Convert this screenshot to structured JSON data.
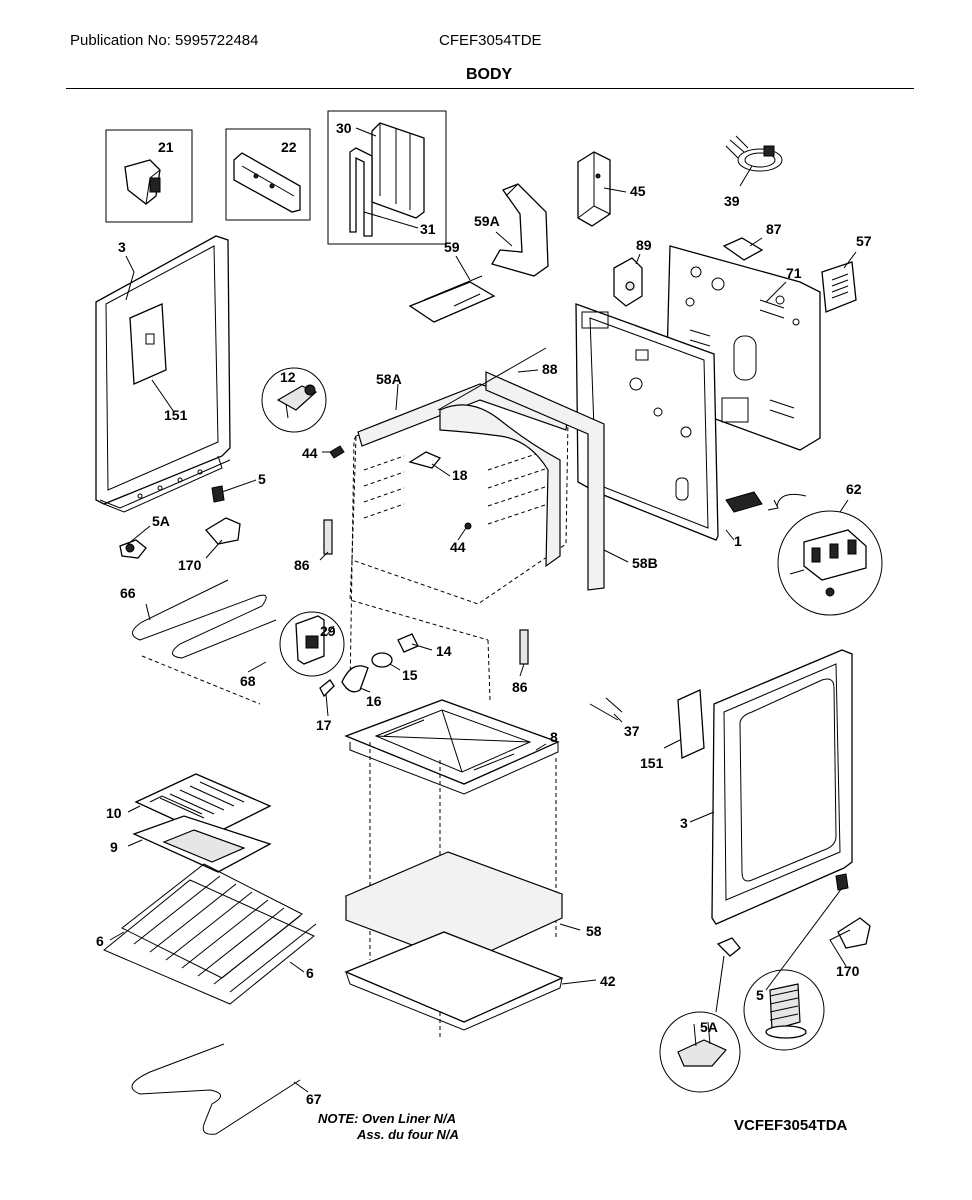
{
  "header": {
    "publication": "Publication No: 5995722484",
    "model": "CFEF3054TDE",
    "section_title": "BODY"
  },
  "note": {
    "line1": "NOTE: Oven Liner N/A",
    "line2": "Ass. du four N/A"
  },
  "diagram_code": "VCFEF3054TDA",
  "callouts": {
    "p21": "21",
    "p22": "22",
    "p30": "30",
    "p31": "31",
    "p45": "45",
    "p39": "39",
    "p59A": "59A",
    "p59": "59",
    "p89": "89",
    "p87": "87",
    "p57": "57",
    "p71": "71",
    "p3_left": "3",
    "p3_right": "3",
    "p151_left": "151",
    "p151_right": "151",
    "p12": "12",
    "p58A": "58A",
    "p88": "88",
    "p44_a": "44",
    "p44_b": "44",
    "p18": "18",
    "p5_left": "5",
    "p5_right": "5",
    "p5A_left": "5A",
    "p5A_right": "5A",
    "p170_left": "170",
    "p170_right": "170",
    "p86_a": "86",
    "p86_b": "86",
    "p58B": "58B",
    "p1": "1",
    "p62": "62",
    "p66": "66",
    "p29": "29",
    "p14": "14",
    "p15": "15",
    "p16": "16",
    "p17": "17",
    "p68": "68",
    "p37": "37",
    "p8": "8",
    "p10": "10",
    "p9": "9",
    "p6_a": "6",
    "p6_b": "6",
    "p58": "58",
    "p42": "42",
    "p67": "67"
  }
}
